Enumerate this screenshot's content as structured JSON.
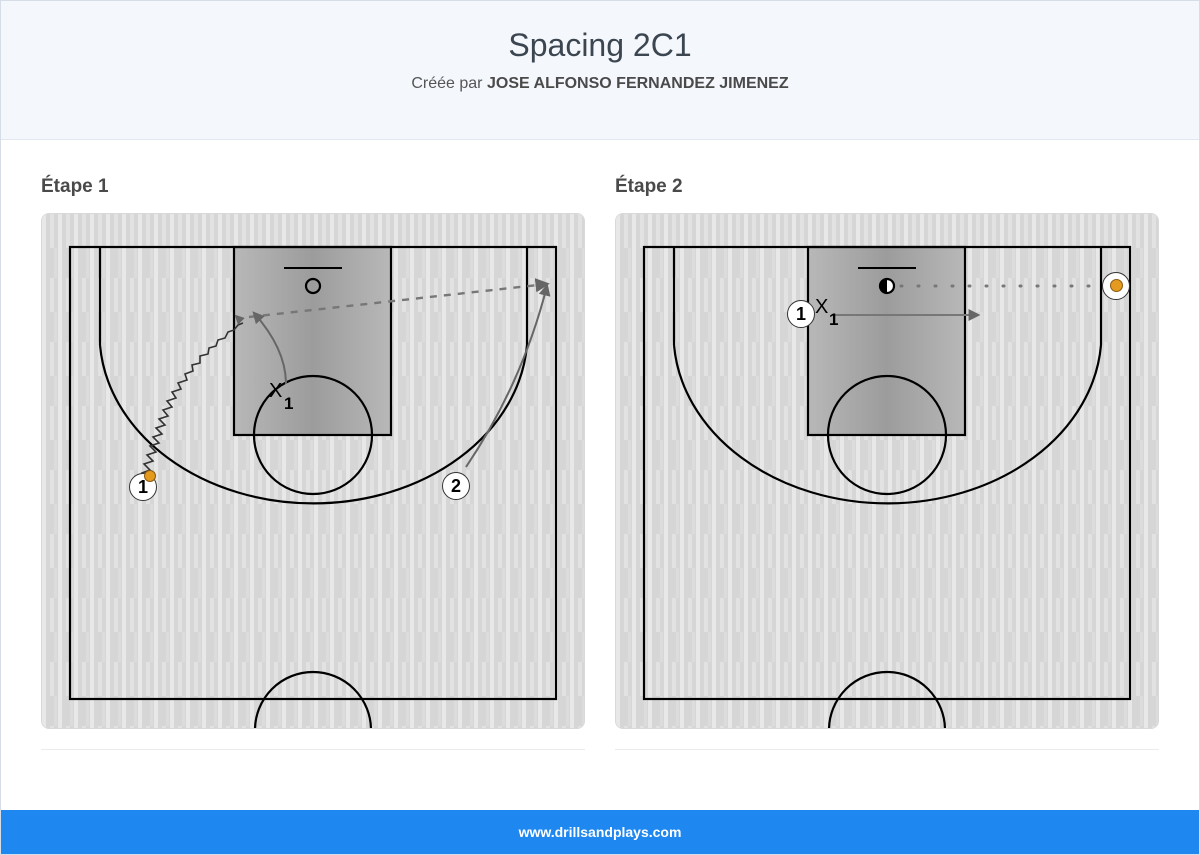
{
  "header": {
    "title": "Spacing 2C1",
    "created_by_prefix": "Créée par",
    "author": "JOSE ALFONSO FERNANDEZ JIMENEZ"
  },
  "steps": [
    {
      "label": "Étape 1",
      "players": [
        {
          "id": "1",
          "has_ball": true
        },
        {
          "id": "2",
          "has_ball": false
        }
      ],
      "defenders": [
        {
          "label": "X",
          "sub": "1"
        }
      ]
    },
    {
      "label": "Étape 2",
      "players": [
        {
          "id": "1",
          "has_ball": false
        }
      ],
      "defenders": [
        {
          "label": "X",
          "sub": "1"
        }
      ]
    }
  ],
  "icons": {
    "ball": "basketball-icon",
    "arrow": "arrow-head-icon"
  },
  "colors": {
    "footer": "#1e87f0",
    "header_bg": "#f4f8fc",
    "ball": "#e39a1e",
    "lines": "#000000",
    "movement": "#666666"
  },
  "footer": {
    "site": "www.drillsandplays.com"
  }
}
